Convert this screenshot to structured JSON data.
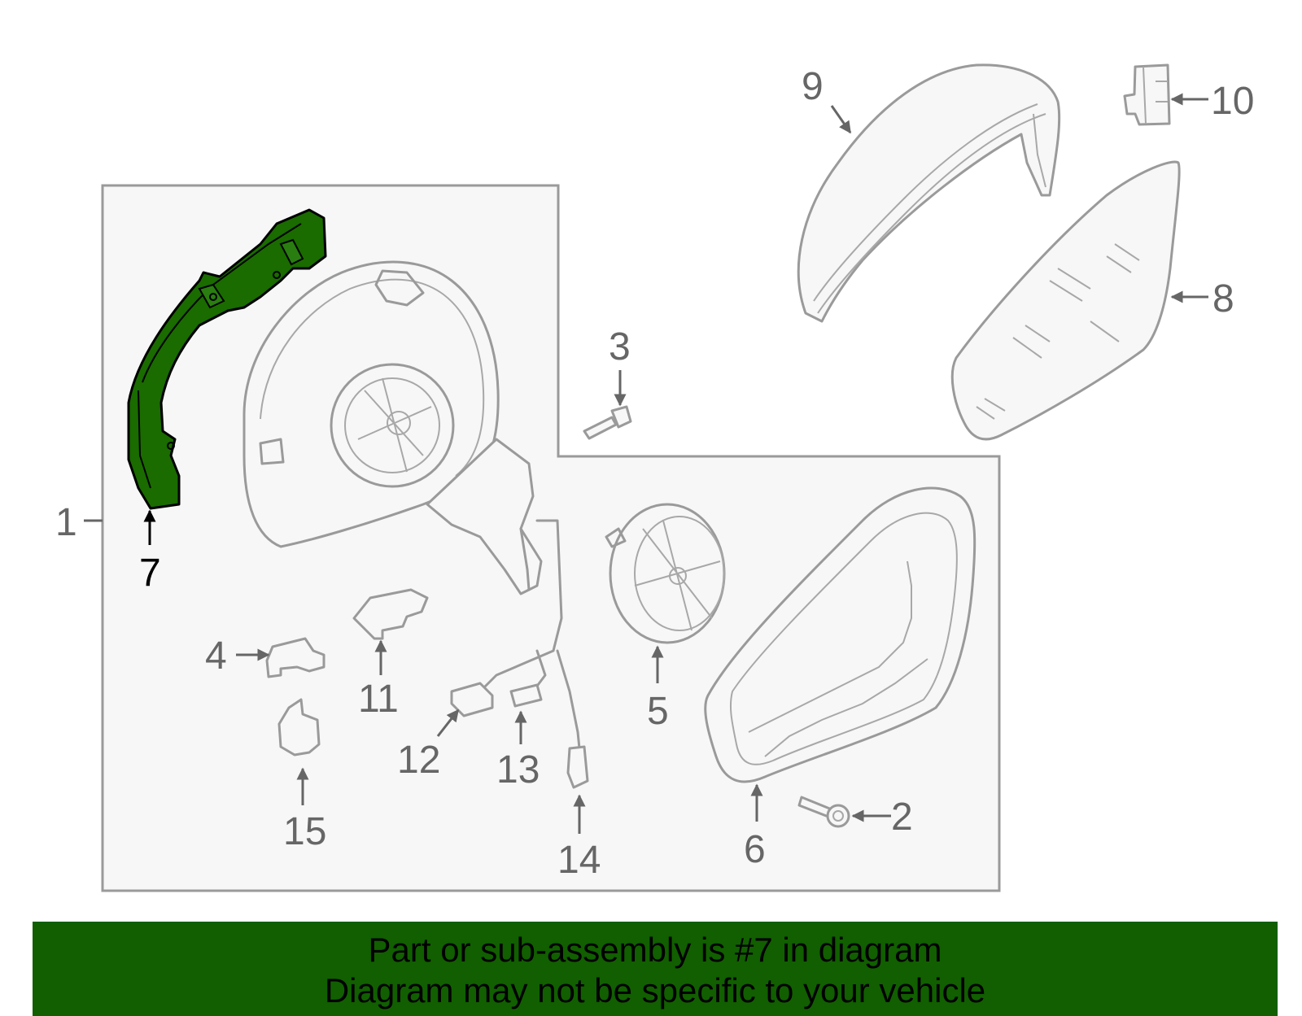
{
  "diagram": {
    "highlighted_part": "7",
    "highlight_color": "#1a6b00",
    "callouts": {
      "c1": "1",
      "c2": "2",
      "c3": "3",
      "c4": "4",
      "c5": "5",
      "c6": "6",
      "c7": "7",
      "c8": "8",
      "c9": "9",
      "c10": "10",
      "c11": "11",
      "c12": "12",
      "c13": "13",
      "c14": "14",
      "c15": "15"
    }
  },
  "banner": {
    "line1": "Part or sub-assembly is #7 in diagram",
    "line2": "Diagram may not be specific to your vehicle",
    "background": "#115f00"
  }
}
